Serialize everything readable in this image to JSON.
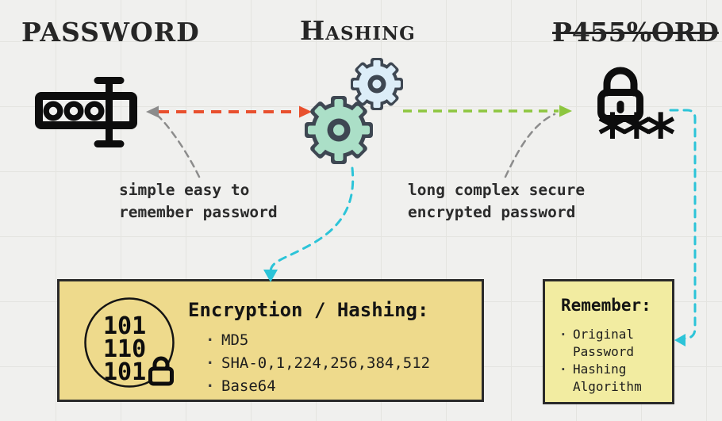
{
  "title_row": {
    "left": "PASSWORD",
    "center": "Hashing",
    "right": "P455%ORD"
  },
  "annotations": {
    "plain_note": {
      "line1": "simple easy to",
      "line2": "remember password"
    },
    "hashed_note": {
      "line1": "long complex secure",
      "line2": "encrypted password"
    }
  },
  "masked_password": "***",
  "encryption_box": {
    "title": "Encryption / Hashing:",
    "bullet": "·",
    "items": [
      "MD5",
      "SHA-0,1,224,256,384,512",
      "Base64"
    ]
  },
  "remember_box": {
    "title": "Remember:",
    "bullet": "·",
    "items": [
      "Original Password",
      "Hashing Algorithm"
    ]
  },
  "binary_icon": {
    "rows": [
      "101",
      "110",
      "101"
    ]
  },
  "icons": [
    "password-field-icon",
    "gears-icon",
    "padlock-icon",
    "binary-code-icon"
  ],
  "colors": {
    "background": "#f0f0ee",
    "grid_line": "#e4e4e0",
    "ink": "#0d0d0d",
    "red_arrow": "#e8502e",
    "green_arrow": "#8dc63f",
    "cyan_connector": "#2cc4d8",
    "gray_connector": "#8c8c8c",
    "gear_outline": "#3e4752",
    "gear_small_fill": "#dcedf8",
    "gear_large_fill": "#abdfc7",
    "encryption_box_fill": "#eeda8c",
    "remember_box_fill": "#f2eca1"
  }
}
